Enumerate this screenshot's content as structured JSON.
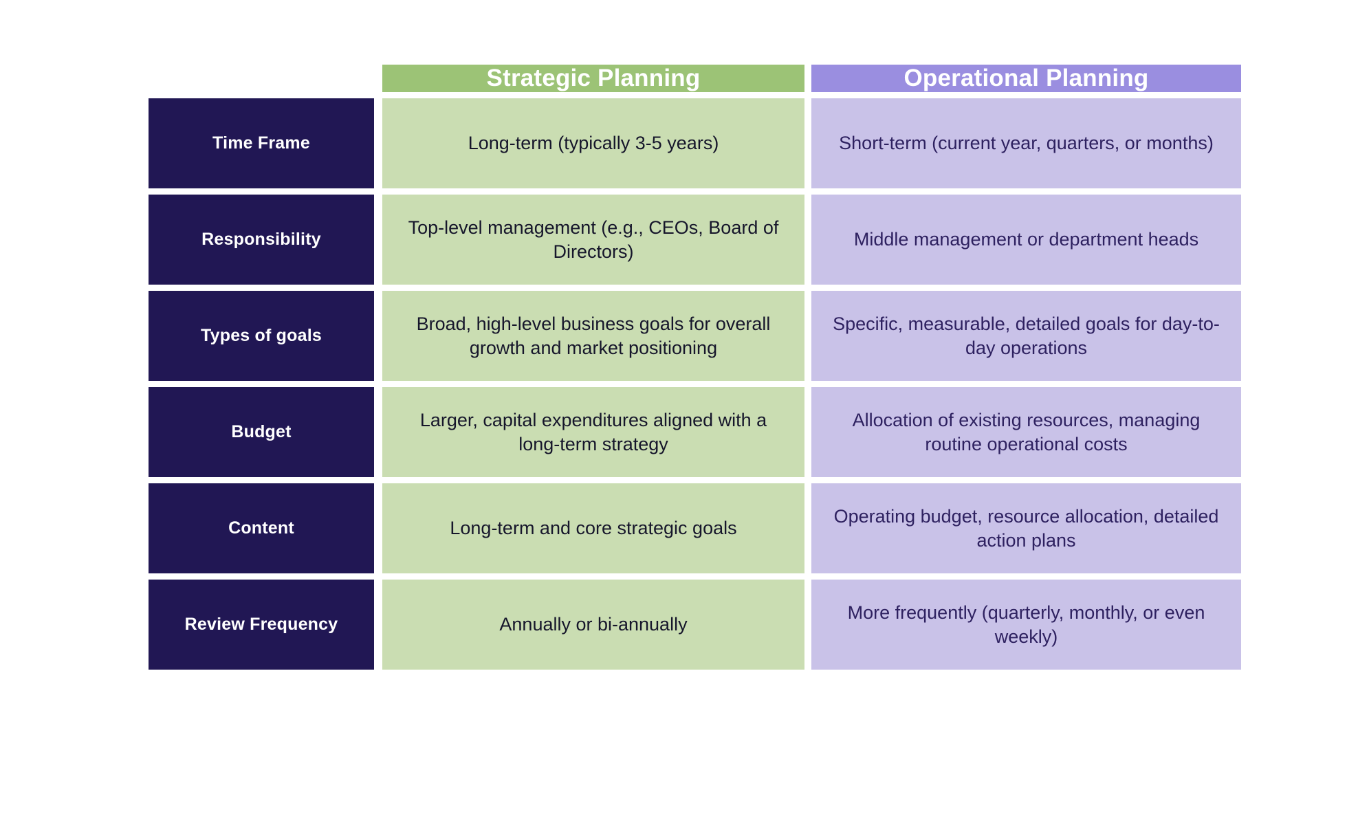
{
  "table": {
    "columns": {
      "label_header": "",
      "a_header": "Strategic Planning",
      "b_header": "Operational Planning"
    },
    "colors": {
      "label_bg": "#211754",
      "a_header_bg": "#9CC376",
      "a_cell_bg": "#CADDB2",
      "b_header_bg": "#9A8EE0",
      "b_cell_bg": "#C9C2E8",
      "header_text": "#FFFFFF",
      "a_cell_text": "#16162B",
      "b_cell_text": "#2E2160",
      "page_bg": "#FFFFFF"
    },
    "rows": [
      {
        "label": "Time Frame",
        "a": "Long-term (typically 3-5 years)",
        "b": "Short-term (current year, quarters, or months)"
      },
      {
        "label": "Responsibility",
        "a": "Top-level management (e.g., CEOs, Board of Directors)",
        "b": "Middle management or department heads"
      },
      {
        "label": "Types of goals",
        "a": "Broad, high-level business goals for overall growth and market positioning",
        "b": "Specific, measurable, detailed goals for day-to-day operations"
      },
      {
        "label": "Budget",
        "a": "Larger, capital expenditures aligned with a long-term strategy",
        "b": "Allocation of existing resources, managing routine operational costs"
      },
      {
        "label": "Content",
        "a": "Long-term and core strategic goals",
        "b": "Operating budget, resource allocation, detailed action plans"
      },
      {
        "label": "Review Frequency",
        "a": "Annually or bi-annually",
        "b": "More frequently (quarterly, monthly, or even weekly)"
      }
    ]
  }
}
